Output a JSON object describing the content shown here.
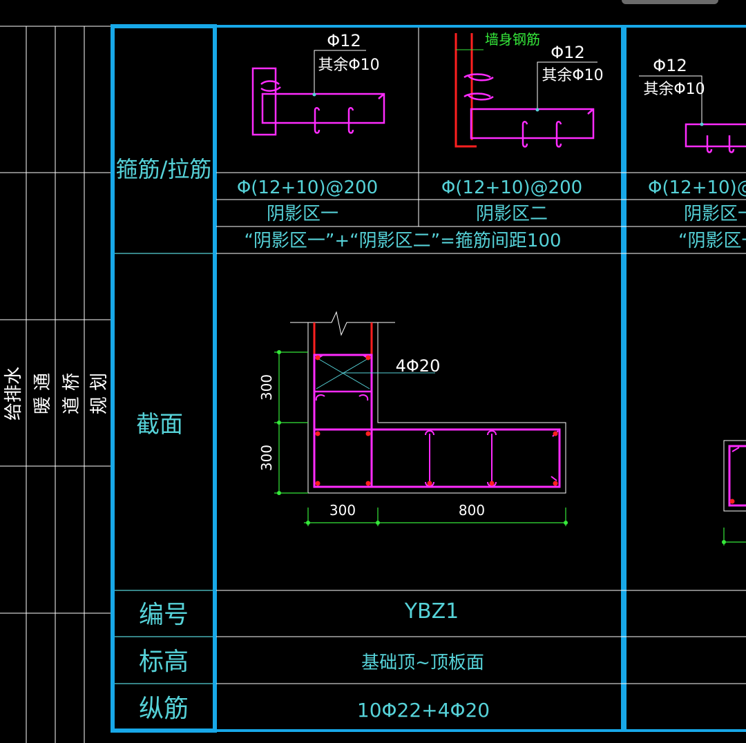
{
  "left_strip": {
    "labels": [
      "给排水",
      "暖 通",
      "道 桥",
      "规 划"
    ]
  },
  "row_labels": {
    "stirrup": "箍筋/拉筋",
    "section": "截面",
    "number": "编号",
    "elevation": "标高",
    "longitudinal": "纵筋"
  },
  "column1": {
    "zone1": {
      "main_bar": "Φ12",
      "other_bar": "其余Φ10",
      "spec": "Φ(12+10)@200",
      "zone_name": "阴影区一"
    },
    "zone2": {
      "wall_bar": "墙身钢筋",
      "main_bar": "Φ12",
      "other_bar": "其余Φ10",
      "spec": "Φ(12+10)@200",
      "zone_name": "阴影区二"
    },
    "combined_note": "“阴影区一”+“阴影区二”=箍筋间距100",
    "section": {
      "bar_label": "4Φ20",
      "dim_v1": "300",
      "dim_v2": "300",
      "dim_h1": "300",
      "dim_h2": "800"
    },
    "number": "YBZ1",
    "elevation": "基础顶~顶板面",
    "longitudinal": "10Φ22+4Φ20"
  },
  "column2_partial": {
    "main_bar": "Φ12",
    "other_bar": "其余Φ10",
    "spec": "Φ(12+10)@",
    "zone_name": "阴影区一",
    "combined_note": "“阴影区一"
  },
  "colors": {
    "frame": "#18a8e8",
    "rebar": "#ff2cff",
    "dimension": "#35e83a",
    "text": "#56d2d8",
    "wall": "#ff2020"
  }
}
